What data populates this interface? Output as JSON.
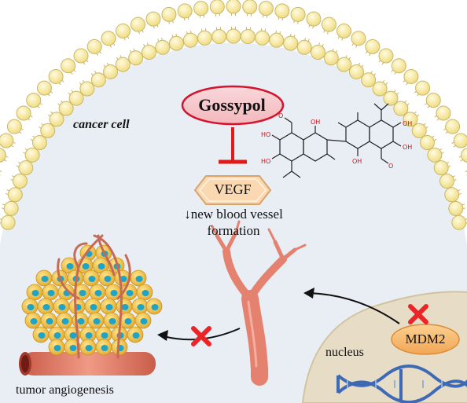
{
  "diagram": {
    "drug": "Gossypol",
    "cell_label": "cancer cell",
    "target": "VEGF",
    "effect": "↓new blood vessel formation",
    "protein": "MDM2",
    "nucleus_label": "nucleus",
    "outcome": "tumor angiogenesis"
  },
  "molecule_atoms": {
    "o1": "O",
    "oh1": "OH",
    "oh2": "OH",
    "ho1": "HO",
    "ho2": "HO",
    "oh3": "OH",
    "oh4": "OH",
    "o2": "O"
  },
  "colors": {
    "membrane_head": "#f7eba0",
    "membrane_stroke": "#c9b86a",
    "cytoplasm": "#e8edf4",
    "drug_fill": "#e52b2b",
    "drug_border": "#c8102e",
    "inhibit": "#e01919",
    "vegf_fill": "#f7d3aa",
    "vessel": "#e4826f",
    "nucleus": "#e6dcc4",
    "mdm2_fill": "#f5b266",
    "dna": "#3e69b4",
    "tumor_cell": "#f0c34a",
    "tumor_nucleus": "#1fa3c6",
    "cross": "#ea2427"
  }
}
